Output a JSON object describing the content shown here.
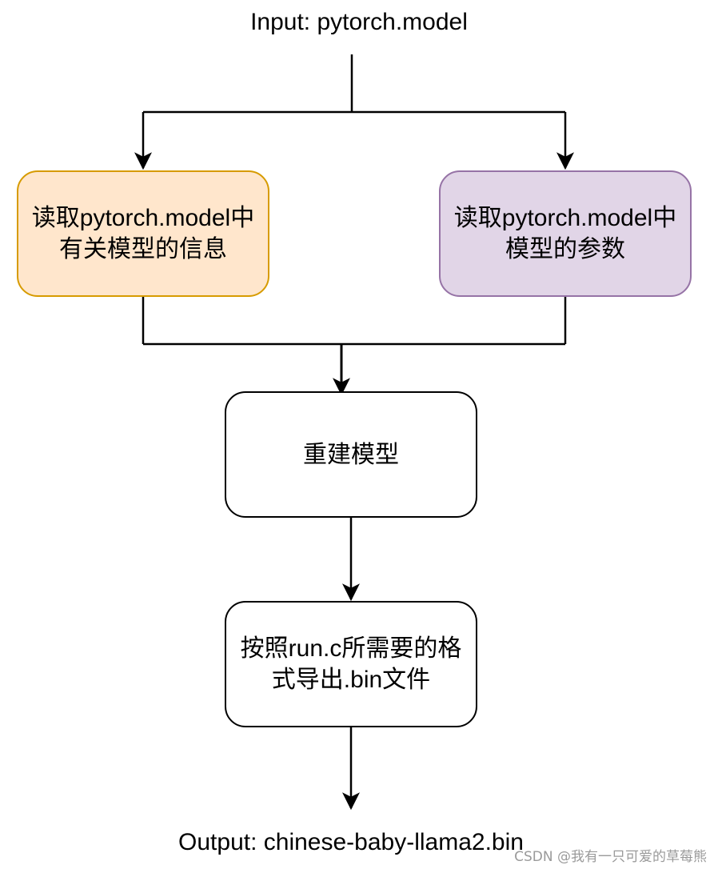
{
  "input_label": "Input: pytorch.model",
  "output_label": "Output: chinese-baby-llama2.bin",
  "nodes": {
    "read_info": {
      "line1": "读取pytorch.model中",
      "line2": "有关模型的信息",
      "fill": "#ffe6cc",
      "stroke": "#d79b00"
    },
    "read_params": {
      "line1": "读取pytorch.model中",
      "line2": "模型的参数",
      "fill": "#e1d5e7",
      "stroke": "#9673a6"
    },
    "rebuild": {
      "line1": "重建模型"
    },
    "export": {
      "line1": "按照run.c所需要的格",
      "line2": "式导出.bin文件"
    }
  },
  "watermark": "CSDN @我有一只可爱的草莓熊"
}
